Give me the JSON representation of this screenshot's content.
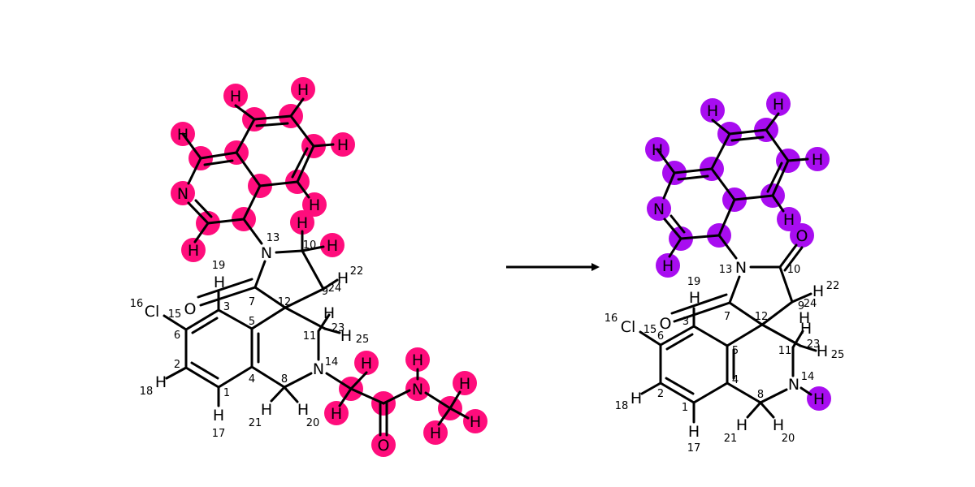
{
  "colors": {
    "reactant_highlight": "#ff0d7c",
    "product_highlight": "#a80df0",
    "bond": "#000000",
    "arrow": "#000000"
  },
  "arrow": {
    "icon": "reaction-arrow-icon"
  },
  "reactant": {
    "labels": {
      "N_ring": "N",
      "N13": "N",
      "N14": "N",
      "N_amide": "N",
      "O_carbonyl": "O",
      "O_amide": "O",
      "Cl": "Cl",
      "H_top_left": "H",
      "H_top_mid": "H",
      "H_top_right": "H",
      "H_right_a": "H",
      "H_right_b": "H",
      "H_bottom_ring": "H",
      "H10a": "H",
      "H10b": "H",
      "H19": "H",
      "H22": "H",
      "H24": "H",
      "H25": "H",
      "H18": "H",
      "H17": "H",
      "H21": "H",
      "H20": "H",
      "H_ch2_a": "H",
      "H_ch2_b": "H",
      "H_nh": "H",
      "H_me_a": "H",
      "H_me_b": "H",
      "H_me_c": "H"
    },
    "numbers": {
      "n1": "1",
      "n2": "2",
      "n3": "3",
      "n4": "4",
      "n5": "5",
      "n6": "6",
      "n7": "7",
      "n8": "8",
      "n9": "9",
      "n10": "10",
      "n11": "11",
      "n12": "12",
      "n13": "13",
      "n14": "14",
      "n15": "15",
      "n16": "16",
      "n17": "17",
      "n18": "18",
      "n19": "19",
      "n20": "20",
      "n21": "21",
      "n22": "22",
      "n23": "23",
      "n24": "24",
      "n25": "25"
    }
  },
  "product": {
    "labels": {
      "N_ring": "N",
      "N13": "N",
      "N14": "N",
      "O_carbonyl": "O",
      "O10": "O",
      "Cl": "Cl",
      "H_top_left": "H",
      "H_top_mid": "H",
      "H_top_right": "H",
      "H_right_a": "H",
      "H_right_b": "H",
      "H_bottom_ring": "H",
      "H19": "H",
      "H22": "H",
      "H24": "H",
      "H25": "H",
      "H18": "H",
      "H17": "H",
      "H21": "H",
      "H20": "H",
      "H14": "H"
    },
    "numbers": {
      "n1": "1",
      "n2": "2",
      "n3": "3",
      "n4": "4",
      "n5": "5",
      "n6": "6",
      "n7": "7",
      "n8": "8",
      "n9": "9",
      "n10": "10",
      "n11": "11",
      "n12": "12",
      "n13": "13",
      "n14": "14",
      "n15": "15",
      "n16": "16",
      "n17": "17",
      "n18": "18",
      "n19": "19",
      "n20": "20",
      "n21": "21",
      "n22": "22",
      "n23": "23",
      "n24": "24",
      "n25": "25"
    }
  }
}
